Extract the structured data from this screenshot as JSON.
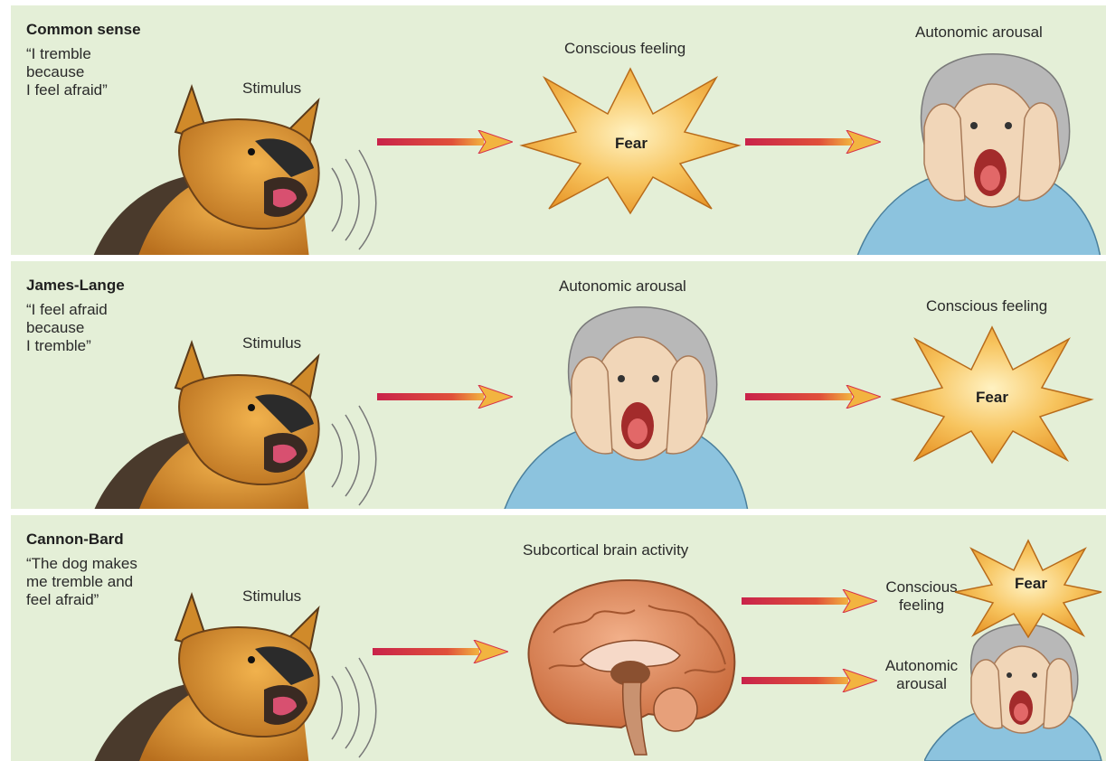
{
  "colors": {
    "panel_bg": "#e4efd7",
    "arrow_shaft": "#d6304a",
    "arrow_head": "#f2b440",
    "star_fill": "#f7c45e",
    "dog_fur": "#d8912f",
    "skin": "#f1d6b8",
    "shirt": "#8cc3de",
    "brain": "#e08b5a"
  },
  "panels": [
    {
      "title": "Common sense",
      "quote": "“I tremble\nbecause\nI feel afraid”",
      "stimulus_label": "Stimulus",
      "step2_label": "Conscious feeling",
      "step2_star_text": "Fear",
      "step3_label": "Autonomic arousal"
    },
    {
      "title": "James-Lange",
      "quote": "“I feel afraid\nbecause\nI tremble”",
      "stimulus_label": "Stimulus",
      "step2_label": "Autonomic arousal",
      "step3_label": "Conscious feeling",
      "step3_star_text": "Fear"
    },
    {
      "title": "Cannon-Bard",
      "quote": "“The dog makes\nme tremble and\nfeel afraid”",
      "stimulus_label": "Stimulus",
      "step2_label": "Subcortical brain activity",
      "out_feeling_label": "Conscious\nfeeling",
      "out_arousal_label": "Autonomic\narousal",
      "star_text": "Fear"
    }
  ]
}
